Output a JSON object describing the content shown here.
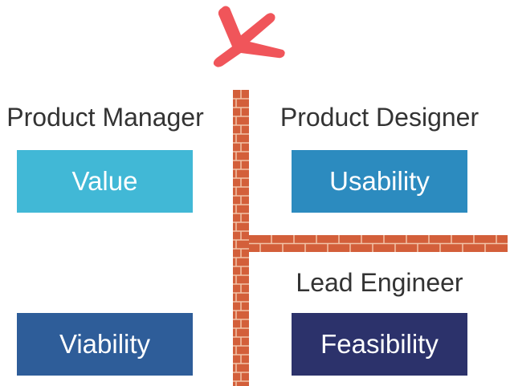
{
  "roles": {
    "product_manager": "Product Manager",
    "product_designer": "Product Designer",
    "lead_engineer": "Lead Engineer"
  },
  "boxes": {
    "value": {
      "label": "Value",
      "color": "#41b8d6"
    },
    "usability": {
      "label": "Usability",
      "color": "#2c8bbf"
    },
    "viability": {
      "label": "Viability",
      "color": "#2e5d99"
    },
    "feasibility": {
      "label": "Feasibility",
      "color": "#2c326b"
    }
  },
  "icons": {
    "cross": {
      "name": "red-x-icon",
      "color": "#f0555a"
    },
    "wall": {
      "name": "brick-wall",
      "brick_color": "#d35f3a",
      "mortar_color": "#f2c4a8"
    }
  }
}
